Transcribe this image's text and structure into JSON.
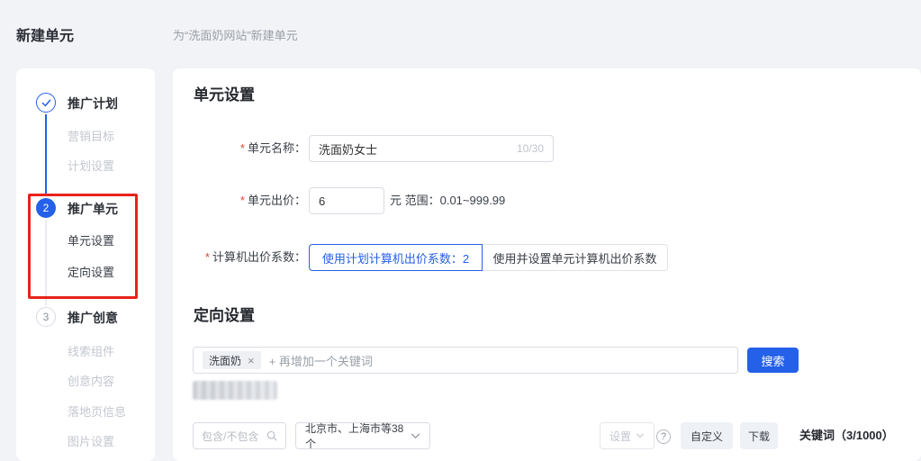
{
  "header": {
    "title": "新建单元",
    "subtitle": "为“洗面奶网站”新建单元"
  },
  "sidebar": {
    "steps": [
      {
        "status": "done",
        "number": "",
        "label": "推广计划",
        "children": [
          "营销目标",
          "计划设置"
        ]
      },
      {
        "status": "active",
        "number": "2",
        "label": "推广单元",
        "children": [
          "单元设置",
          "定向设置"
        ]
      },
      {
        "status": "todo",
        "number": "3",
        "label": "推广创意",
        "children": [
          "线索组件",
          "创意内容",
          "落地页信息",
          "图片设置"
        ]
      }
    ]
  },
  "unit_settings": {
    "title": "单元设置",
    "required_mark": "*",
    "name_label": "单元名称：",
    "name_value": "洗面奶女士",
    "name_counter": "10/30",
    "bid_label": "单元出价：",
    "bid_value": "6",
    "bid_suffix": "元 范围：0.01~999.99",
    "coef_label": "计算机出价系数：",
    "coef_selected": "使用计划计算机出价系数：2",
    "coef_alternative": "使用并设置单元计算机出价系数"
  },
  "targeting": {
    "title": "定向设置",
    "keyword_chip": "洗面奶",
    "chip_remove": "×",
    "keyword_placeholder": "+ 再增加一个关键词",
    "search_button": "搜索",
    "filter_placeholder": "包含/不包含",
    "region_selector": "北京市、上海市等38个",
    "settings_button": "设置",
    "help_icon": "?",
    "custom_button": "自定义",
    "download_button": "下载",
    "keyword_count": "关键词（3/1000）"
  },
  "colors": {
    "accent_blue": "#2560e8",
    "annotation_red": "#e8231a",
    "page_background": "#f2f3f6",
    "panel_background": "#ffffff",
    "muted_text": "#9aa0a8",
    "required_red": "#e64034"
  }
}
